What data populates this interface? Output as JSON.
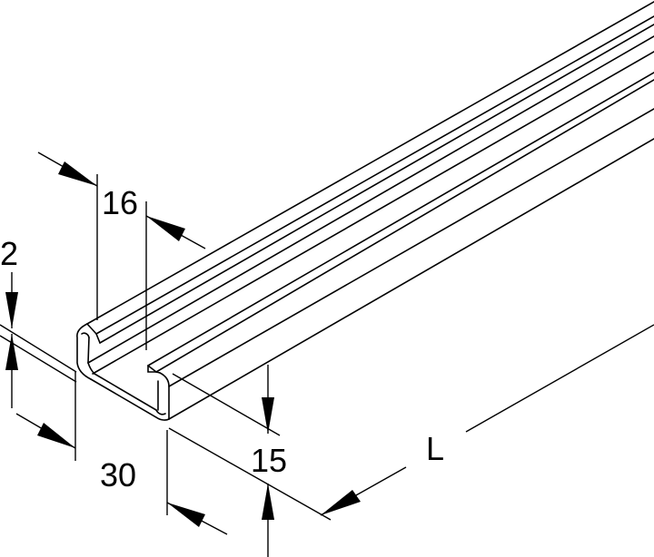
{
  "drawing": {
    "subject": "C-profile mounting rail (isometric)",
    "dimensions": {
      "width_top": "16",
      "thickness": "2",
      "width_total": "30",
      "height": "15",
      "length": "L"
    }
  }
}
